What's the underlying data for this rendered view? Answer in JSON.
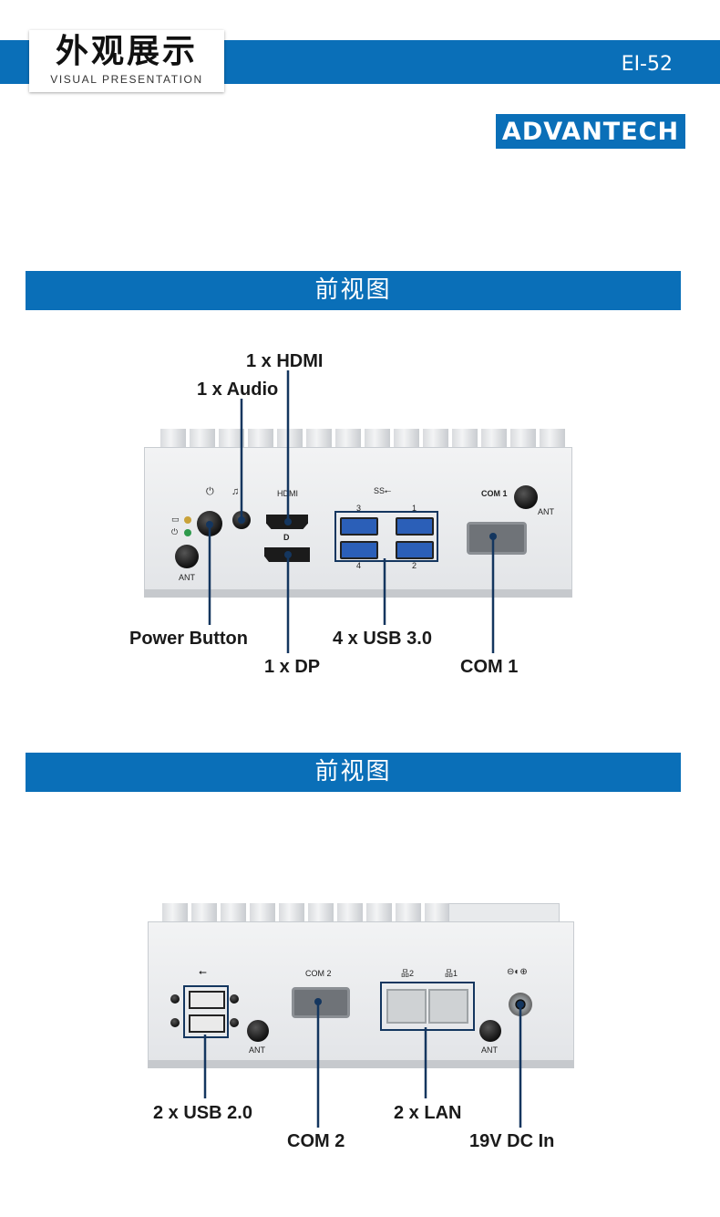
{
  "header": {
    "title_cn": "外观展示",
    "title_en": "VISUAL PRESENTATION",
    "model": "EI-52",
    "brand": "ADVANTECH"
  },
  "sections": [
    {
      "title": "前视图",
      "callouts": {
        "hdmi": "1 x HDMI",
        "audio": "1 x Audio",
        "power": "Power Button",
        "dp": "1 x DP",
        "usb3": "4 x USB 3.0",
        "com1": "COM 1"
      },
      "device_labels": {
        "hdmi": "HDMI",
        "com1": "COM 1",
        "ant_right": "ANT",
        "ant_left": "ANT",
        "usb3_top_left": "3",
        "usb3_top_right": "1",
        "usb3_bottom_left": "4",
        "usb3_bottom_right": "2",
        "usb_logo": "SS"
      }
    },
    {
      "title": "前视图",
      "callouts": {
        "usb2": "2 x USB 2.0",
        "com2": "COM 2",
        "lan": "2 x LAN",
        "dc": "19V DC In"
      },
      "device_labels": {
        "com2": "COM 2",
        "lan2": "2",
        "lan1": "1",
        "ant_left": "ANT",
        "ant_right": "ANT"
      }
    }
  ],
  "colors": {
    "brand_blue": "#0a6fb8",
    "callout_line": "#14365f"
  }
}
